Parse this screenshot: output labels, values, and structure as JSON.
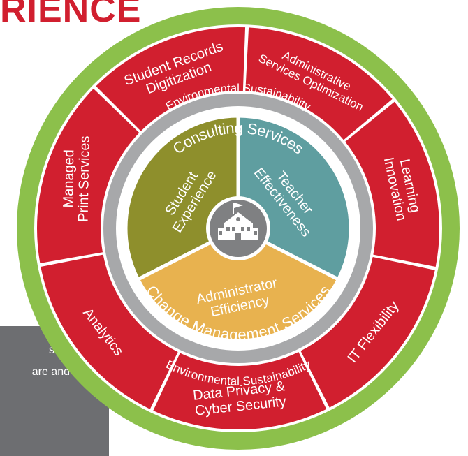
{
  "heading": "RIENCE",
  "side_text": [
    "staff",
    "are and"
  ],
  "outer_ring_label": "Environmental Sustainability",
  "middle_ring_top": "Consulting Services",
  "middle_ring_bottom": "Change Management Services",
  "red_segments": [
    {
      "lines": [
        "Student Records",
        "Digitization"
      ]
    },
    {
      "lines": [
        "Administrative",
        "Services Optimization"
      ]
    },
    {
      "lines": [
        "Learning",
        "Innovation"
      ]
    },
    {
      "lines": [
        "IT Flexibility"
      ]
    },
    {
      "lines": [
        "Data Privacy &",
        "Cyber Security"
      ]
    },
    {
      "lines": [
        "Analytics"
      ]
    },
    {
      "lines": [
        "Managed",
        "Print Services"
      ]
    }
  ],
  "core_segments": [
    {
      "lines": [
        "Student",
        "Experience"
      ],
      "color": "#8e8f2c"
    },
    {
      "lines": [
        "Teacher",
        "Effectiveness"
      ],
      "color": "#5f9ea0"
    },
    {
      "lines": [
        "Administrator",
        "Efficiency"
      ],
      "color": "#e8b24f"
    }
  ],
  "center_icon": "school-building-icon",
  "colors": {
    "red": "#d11f2f",
    "green": "#8cc04b",
    "gray": "#a7a8aa",
    "center_circle": "#7f8082"
  }
}
